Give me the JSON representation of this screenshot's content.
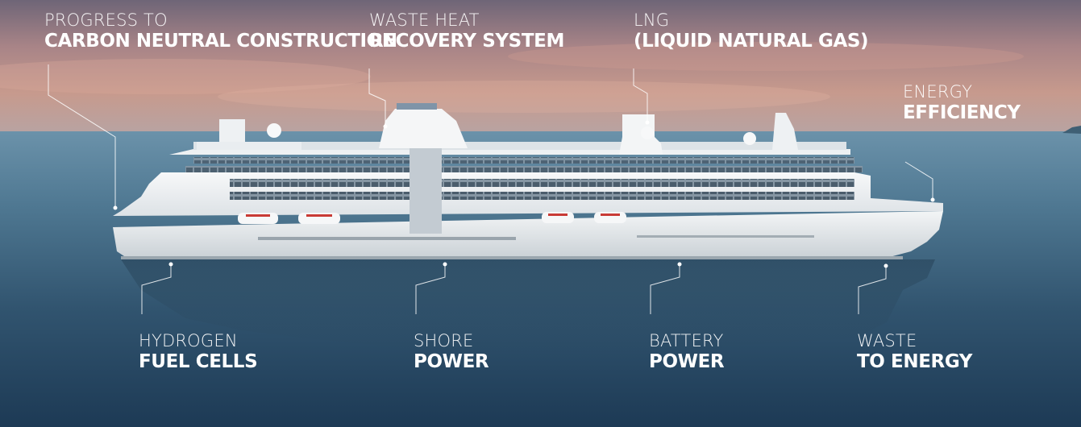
{
  "labels": {
    "carbon": {
      "line1": "PROGRESS TO",
      "line2": "CARBON NEUTRAL CONSTRUCTION"
    },
    "waste_heat": {
      "line1": "WASTE HEAT",
      "line2": "RECOVERY SYSTEM"
    },
    "lng": {
      "line1": "LNG",
      "line2": "(LIQUID NATURAL GAS)"
    },
    "energy": {
      "line1": "ENERGY",
      "line2": "EFFICIENCY"
    },
    "hydrogen": {
      "line1": "HYDROGEN",
      "line2": "FUEL CELLS"
    },
    "shore": {
      "line1": "SHORE",
      "line2": "POWER"
    },
    "battery": {
      "line1": "BATTERY",
      "line2": "POWER"
    },
    "wte": {
      "line1": "WASTE",
      "line2": "TO ENERGY"
    }
  },
  "colors": {
    "sky_top": "#7c6a78",
    "sky_glow": "#c99585",
    "sea_horizon": "#5f8aa3",
    "sea_deep": "#1d3a55",
    "hull": "#e9ecef",
    "label_text": "#ffffff"
  }
}
